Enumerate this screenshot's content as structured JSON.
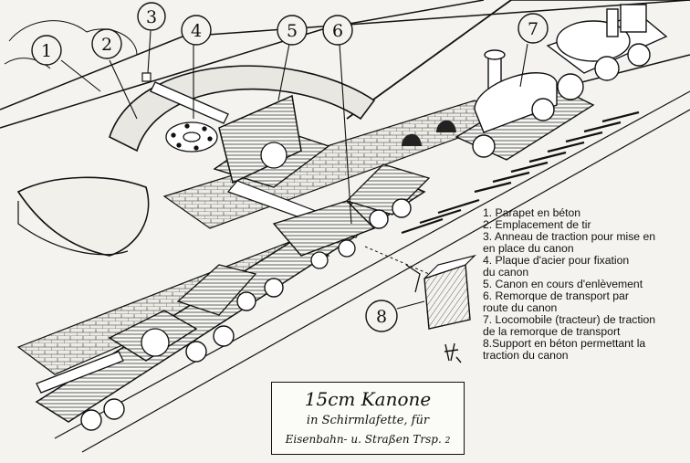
{
  "callouts": [
    "1",
    "2",
    "3",
    "4",
    "5",
    "6",
    "7",
    "8"
  ],
  "legend": {
    "items": [
      {
        "lines": [
          "1. Parapet en béton"
        ]
      },
      {
        "lines": [
          "2. Emplacement de tir"
        ]
      },
      {
        "lines": [
          "3. Anneau de traction pour mise en",
          "en place du canon"
        ]
      },
      {
        "lines": [
          "4. Plaque d'acier pour fixation",
          "du canon"
        ]
      },
      {
        "lines": [
          "5. Canon en cours d'enlèvement"
        ]
      },
      {
        "lines": [
          "6. Remorque de transport par",
          "route du canon"
        ]
      },
      {
        "lines": [
          "7. Locomobile (tracteur) de traction",
          "de la remorque de transport"
        ]
      },
      {
        "lines": [
          "8.Support en béton permettant la",
          "traction du canon"
        ]
      }
    ]
  },
  "title_box": {
    "main": "15cm Kanone",
    "line1": "in Schirmlafette, für",
    "line2": "Eisenbahn- u. Straßen Trsp.",
    "page_mark": "2"
  },
  "colors": {
    "ink": "#111111",
    "paper": "#f4f3ef"
  }
}
